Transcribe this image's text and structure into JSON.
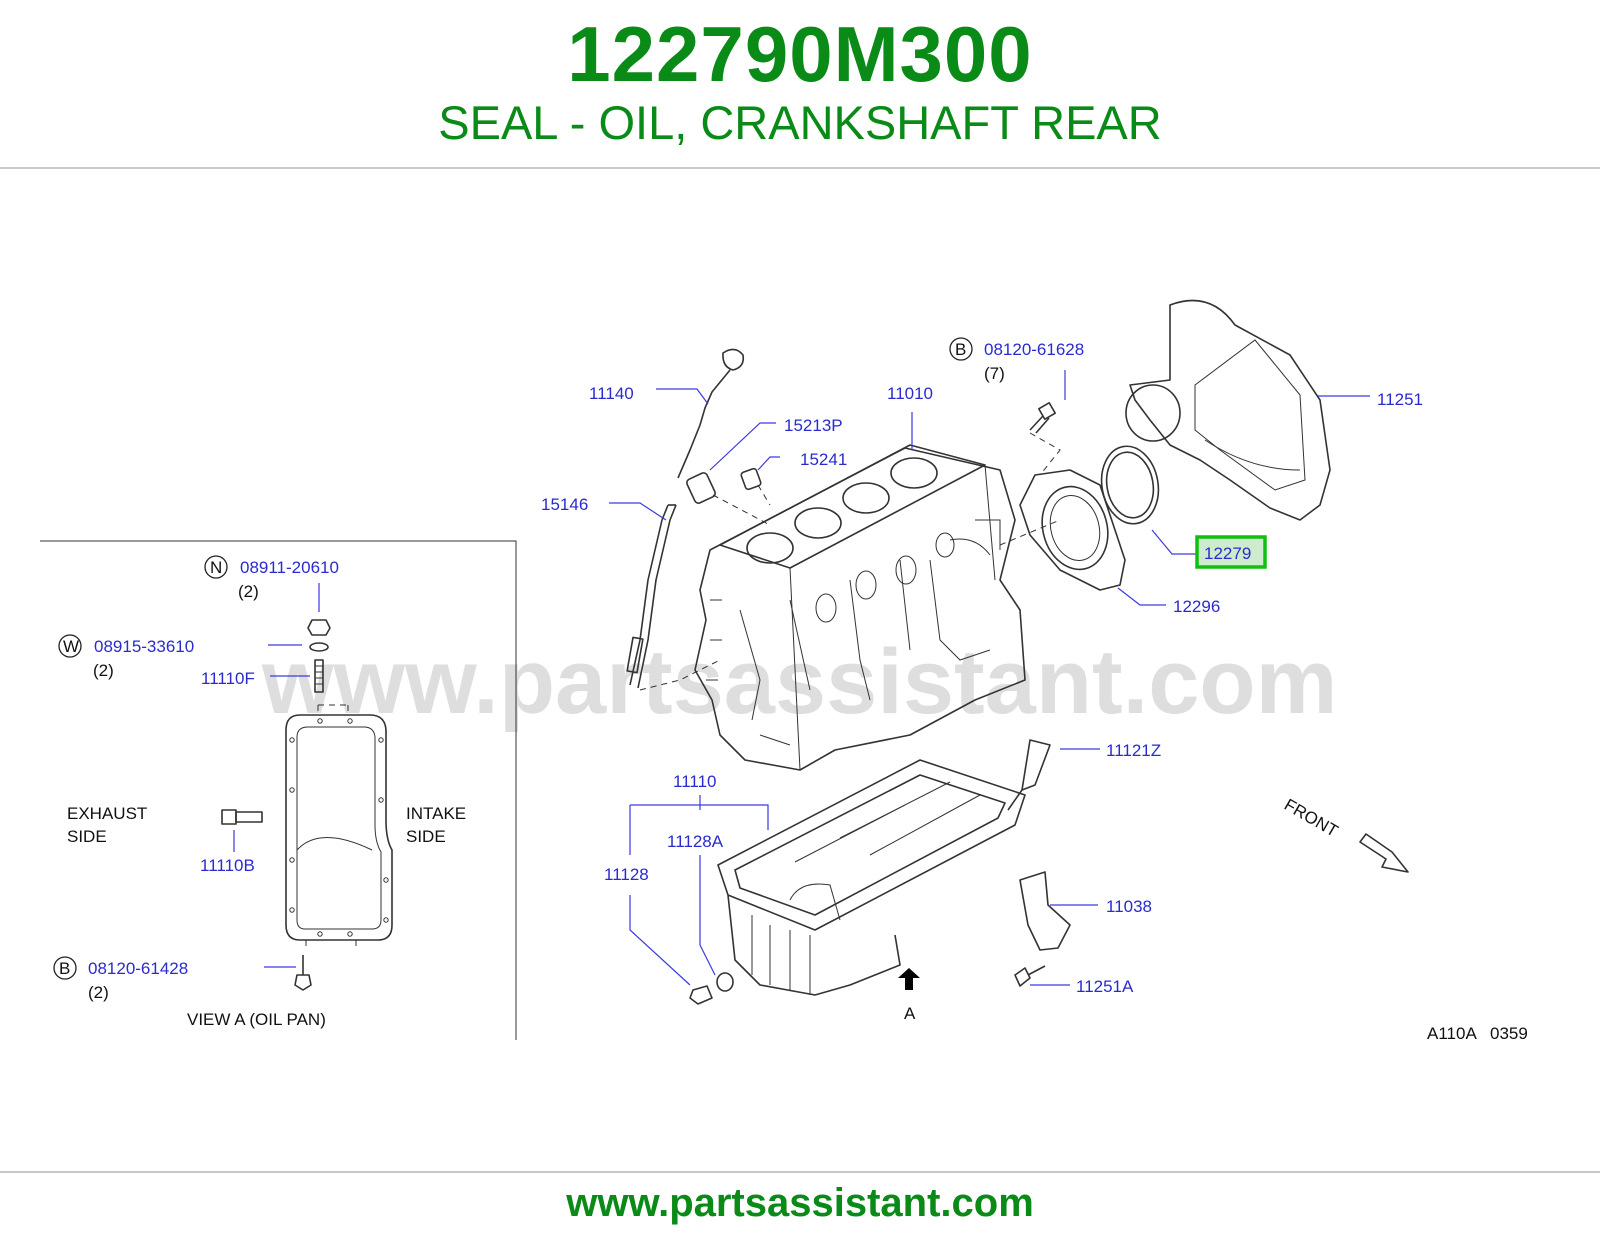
{
  "header": {
    "part_number": "122790M300",
    "description": "SEAL - OIL, CRANKSHAFT REAR"
  },
  "footer": {
    "website": "www.partsassistant.com"
  },
  "watermark": "www.partsassistant.com",
  "diagram": {
    "highlighted_part": "12279",
    "highlight_color": "#10c010",
    "labels": {
      "p11140": "11140",
      "p11010": "11010",
      "p15213P": "15213P",
      "p15241": "15241",
      "p15146": "15146",
      "p08120_61628": "08120-61628",
      "p08120_61628_qty": "(7)",
      "p08120_61628_badge": "B",
      "p11251": "11251",
      "p12279": "12279",
      "p12296": "12296",
      "p11121Z": "11121Z",
      "p11110": "11110",
      "p11128A": "11128A",
      "p11128": "11128",
      "p11038": "11038",
      "p11251A": "11251A",
      "arrow_a": "A",
      "front": "FRONT",
      "code": "A110A   0359"
    },
    "inset": {
      "p08911_20610": "08911-20610",
      "p08911_20610_qty": "(2)",
      "p08911_20610_badge": "N",
      "p08915_33610": "08915-33610",
      "p08915_33610_qty": "(2)",
      "p08915_33610_badge": "W",
      "p11110F": "11110F",
      "p11110B": "11110B",
      "p08120_61428": "08120-61428",
      "p08120_61428_qty": "(2)",
      "p08120_61428_badge": "B",
      "exhaust_1": "EXHAUST",
      "exhaust_2": "SIDE",
      "intake_1": "INTAKE",
      "intake_2": "SIDE",
      "caption": "VIEW   A   (OIL   PAN)"
    }
  }
}
